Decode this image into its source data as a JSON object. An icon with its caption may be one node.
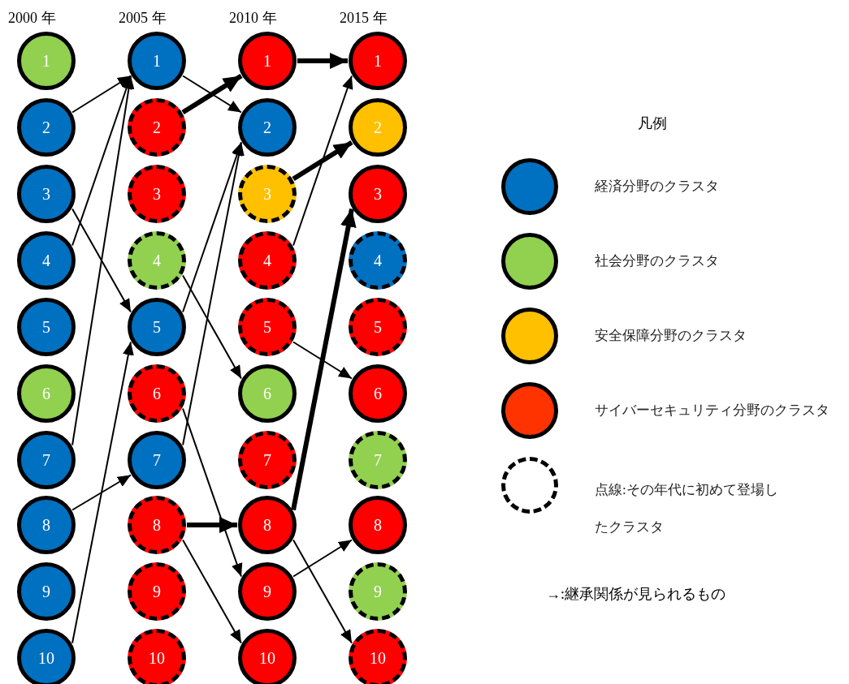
{
  "diagram": {
    "nodes": [
      {
        "text": [
          "1"
        ]
      },
      {
        "text": [
          "2"
        ]
      },
      {
        "text": [
          "3"
        ]
      },
      {
        "text": [
          "4"
        ]
      },
      {
        "text": [
          "5"
        ]
      },
      {
        "text": [
          "6"
        ]
      },
      {
        "text": [
          "7"
        ]
      },
      {
        "text": [
          "8"
        ]
      },
      {
        "text": [
          "9"
        ]
      },
      {
        "text": [
          "10"
        ]
      },
      {
        "text": [
          "1"
        ]
      },
      {
        "text": [
          "2"
        ]
      },
      {
        "text": [
          "3"
        ]
      },
      {
        "text": [
          "4"
        ]
      },
      {
        "text": [
          "5"
        ]
      },
      {
        "text": [
          "6"
        ]
      },
      {
        "text": [
          "7"
        ]
      },
      {
        "text": [
          "8"
        ]
      },
      {
        "text": [
          "9"
        ]
      },
      {
        "text": [
          "10"
        ]
      },
      {
        "text": [
          "1"
        ]
      },
      {
        "text": [
          "2"
        ]
      },
      {
        "text": [
          "3"
        ]
      },
      {
        "text": [
          "4"
        ]
      },
      {
        "text": [
          "5"
        ]
      },
      {
        "text": [
          "6"
        ]
      },
      {
        "text": [
          "7"
        ]
      },
      {
        "text": [
          "8"
        ]
      },
      {
        "text": [
          "9"
        ]
      },
      {
        "text": [
          "10"
        ]
      },
      {
        "text": [
          "1"
        ]
      },
      {
        "text": [
          "2"
        ]
      },
      {
        "text": [
          "3"
        ]
      },
      {
        "text": [
          "4"
        ]
      },
      {
        "text": [
          "5"
        ]
      },
      {
        "text": [
          "6"
        ]
      },
      {
        "text": [
          "7"
        ]
      },
      {
        "text": [
          "8"
        ]
      },
      {
        "text": [
          "9"
        ]
      },
      {
        "text": [
          "10"
        ]
      }
    ],
    "edges": [
      {
        "from": 1,
        "to": 10,
        "arrow": "to"
      },
      {
        "from": 3,
        "to": 10,
        "arrow": "to"
      },
      {
        "from": 6,
        "to": 10,
        "arrow": "to"
      },
      {
        "from": 2,
        "to": 14,
        "arrow": "to"
      },
      {
        "from": 7,
        "to": 16,
        "arrow": "to"
      },
      {
        "from": 9,
        "to": 14,
        "arrow": "to"
      },
      {
        "from": 10,
        "to": 21,
        "arrow": "to"
      },
      {
        "from": 11,
        "to": 20,
        "arrow": "to",
        "style": "thick"
      },
      {
        "from": 14,
        "to": 21,
        "arrow": "to"
      },
      {
        "from": 16,
        "to": 21,
        "arrow": "to"
      },
      {
        "from": 13,
        "to": 25,
        "arrow": "to"
      },
      {
        "from": 15,
        "to": 28,
        "arrow": "to"
      },
      {
        "from": 17,
        "to": 27,
        "arrow": "to",
        "style": "thick"
      },
      {
        "from": 17,
        "to": 29,
        "arrow": "to"
      },
      {
        "from": 20,
        "to": 30,
        "arrow": "to",
        "style": "thick"
      },
      {
        "from": 22,
        "to": 31,
        "arrow": "to",
        "style": "thick"
      },
      {
        "from": 23,
        "to": 30,
        "arrow": "to"
      },
      {
        "from": 27,
        "to": 32,
        "arrow": "to",
        "style": "thick"
      },
      {
        "from": 24,
        "to": 35,
        "arrow": "to"
      },
      {
        "from": 28,
        "to": 37,
        "arrow": "to"
      },
      {
        "from": 27,
        "to": 39,
        "arrow": "to"
      }
    ],
    "labels": [
      "2000 年",
      "2005 年",
      "2010 年",
      "2015 年",
      "凡例",
      "→:継承関係が見られるもの"
    ],
    "legend": [
      {
        "text": "経済分野のクラスタ",
        "color": "#0070c0"
      },
      {
        "text": "社会分野のクラスタ",
        "color": "#92d050"
      },
      {
        "text": "安全保障分野のクラスタ",
        "color": "#ffc000"
      },
      {
        "text": "サイバーセキュリティ分野のクラスタ",
        "color": "#ff3300"
      },
      {
        "text": "点線:その年代に初めて登場したクラスタ"
      }
    ]
  }
}
